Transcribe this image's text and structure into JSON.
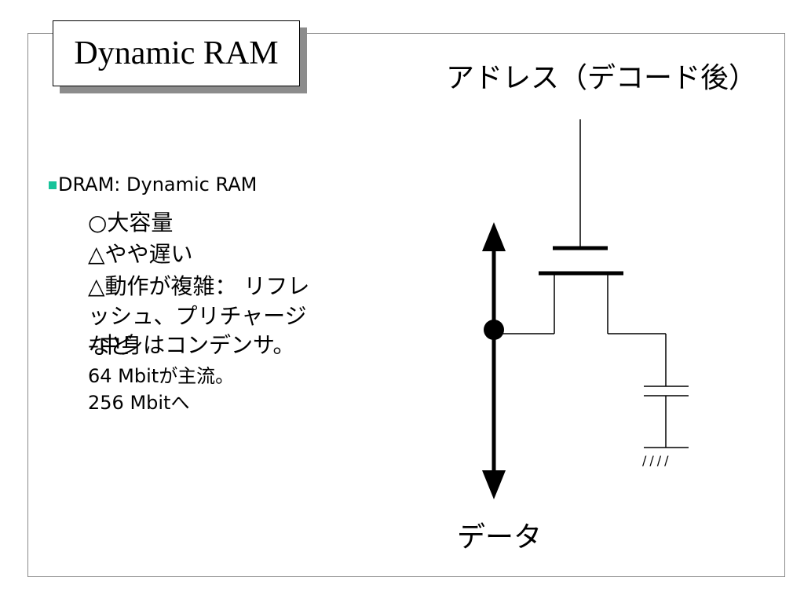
{
  "slide": {
    "title": "Dynamic RAM",
    "bullet": {
      "label": "DRAM: Dynamic RAM",
      "marker_color": "#17c39a",
      "items": [
        "○大容量",
        "△やや遅い",
        "△動作が複雑： リフレッシュ、プリチャージなど"
      ],
      "notes": [
        "–中身はコンデンサ。",
        "64 Mbitが主流。",
        "256 Mbitへ"
      ]
    }
  },
  "diagram": {
    "address_label": "アドレス（デコード後）",
    "data_label": "データ",
    "ground_label": "////"
  }
}
